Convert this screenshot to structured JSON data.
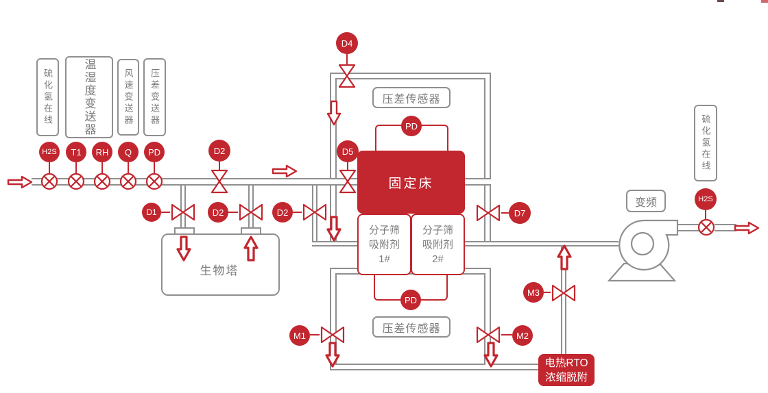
{
  "sensors_inlet": {
    "boxes": [
      "硫化氢在线",
      "温湿度变送器",
      "风速变送器",
      "压差变送器"
    ],
    "tags": [
      "H2S",
      "T1",
      "RH",
      "Q",
      "PD"
    ]
  },
  "valves": {
    "d1": "D1",
    "d2_main": "D2",
    "d2_tower": "D2",
    "d2_bypass": "D2",
    "d4": "D4",
    "d5": "D5",
    "d7": "D7",
    "m1": "M1",
    "m2": "M2",
    "m3": "M3"
  },
  "instruments": {
    "pd_top": "PD",
    "pd_bottom": "PD",
    "h2s_outlet": "H2S"
  },
  "equipment": {
    "bio_tower": "生物塔",
    "fixed_bed": "固定床",
    "sieve1": [
      "分子筛",
      "吸附剂",
      "1#"
    ],
    "sieve2": [
      "分子筛",
      "吸附剂",
      "2#"
    ],
    "dp_sensor_top": "压差传感器",
    "dp_sensor_bottom": "压差传感器",
    "vfd": "变频",
    "rto": [
      "电热RTO",
      "浓缩脱附"
    ],
    "outlet_box": "硫化氢在线"
  },
  "colors": {
    "red": "#c2262e",
    "line_gray": "#8f8f8f",
    "text_gray": "#7b7b7b"
  }
}
